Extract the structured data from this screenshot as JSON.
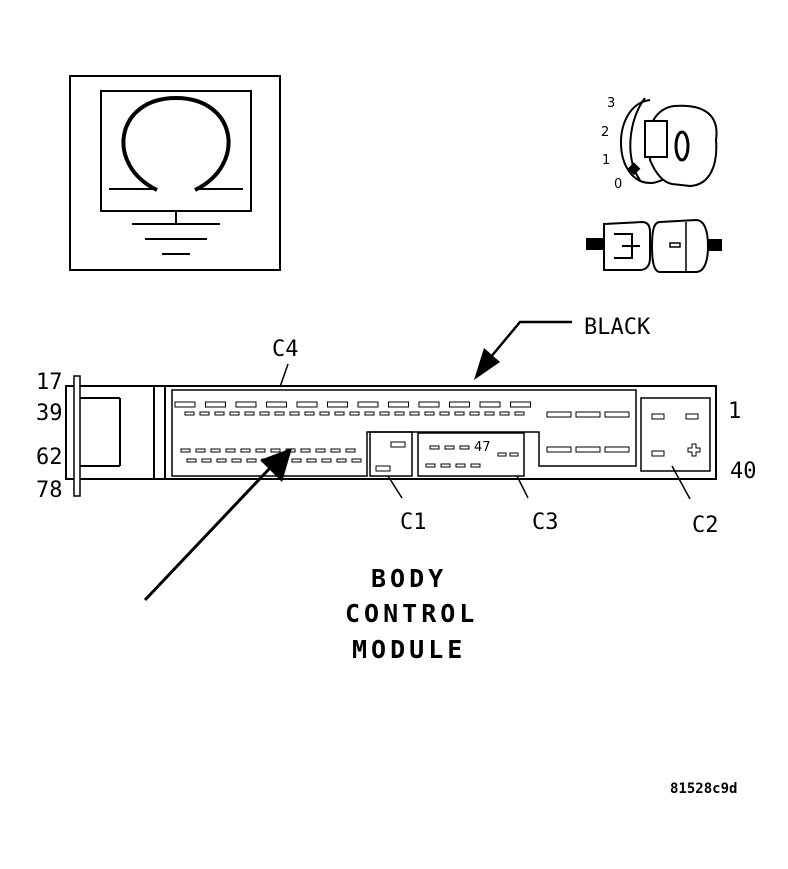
{
  "key_positions": [
    "3",
    "2",
    "1",
    "0"
  ],
  "key_letter": "O",
  "labels": {
    "black": "BLACK",
    "c1": "C1",
    "c2": "C2",
    "c3": "C3",
    "c4": "C4"
  },
  "pin_numbers": {
    "p17": "17",
    "p39": "39",
    "p62": "62",
    "p78": "78",
    "p1": "1",
    "p40": "40",
    "p47": "47"
  },
  "title_lines": [
    "BODY",
    "CONTROL",
    "MODULE"
  ],
  "figure_id": "81528c9d"
}
